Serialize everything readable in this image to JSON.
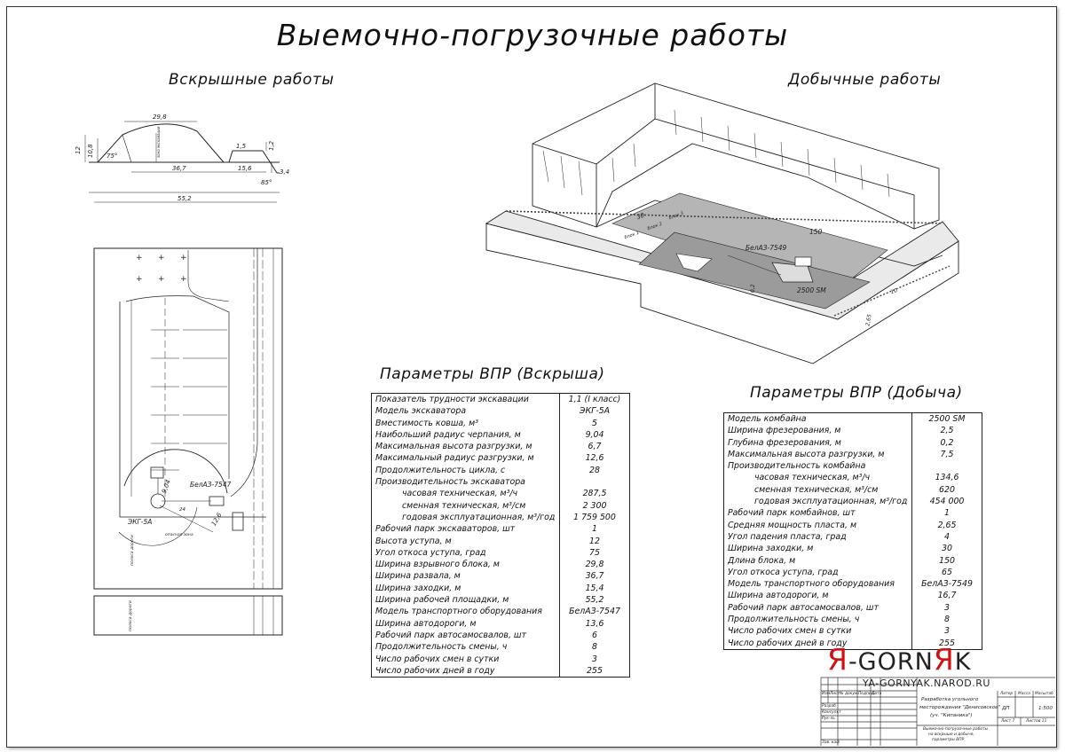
{
  "title": "Выемочно-погрузочные работы",
  "left_section": {
    "title": "Вскрышные работы",
    "profile_dims": [
      "29,8",
      "12",
      "10,8",
      "75°",
      "1,5",
      "1,2",
      "36,7",
      "15,6",
      "3,4",
      "85°",
      "55,2"
    ],
    "profile_inner_label": "зона экскавации",
    "plan_labels": {
      "excavator": "ЭКГ-5А",
      "truck": "БелАЗ-7547",
      "radius_1": "9,04",
      "radius_2": "12,6",
      "dim_1": "24",
      "zone": "опасная зона",
      "road": "полоса дороги",
      "road_short": "полоса дороги"
    }
  },
  "right_section": {
    "title": "Добычные работы",
    "iso_labels": {
      "dim_length": "150",
      "dim_width": "30",
      "truck": "БелАЗ-7549",
      "combine": "2500 SM",
      "blocks": [
        "блок 1",
        "блок 2",
        "блок 3"
      ],
      "h1": "0,2",
      "h2": "2,65",
      "w1": "10"
    }
  },
  "table_overburden": {
    "title": "Параметры ВПР (Вскрыша)",
    "rows": [
      {
        "p": "Показатель трудности экскавации",
        "v": "1,1 (I класс)",
        "ind": false
      },
      {
        "p": "Модель экскаватора",
        "v": "ЭКГ-5А",
        "ind": false
      },
      {
        "p": "Вместимость ковша, м³",
        "v": "5",
        "ind": false
      },
      {
        "p": "Наибольший радиус черпания, м",
        "v": "9,04",
        "ind": false
      },
      {
        "p": "Максимальная высота разгрузки, м",
        "v": "6,7",
        "ind": false
      },
      {
        "p": "Максимальный радиус разгрузки, м",
        "v": "12,6",
        "ind": false
      },
      {
        "p": "Продолжительность цикла, с",
        "v": "28",
        "ind": false
      },
      {
        "p": "Производительность экскаватора",
        "v": "",
        "ind": false
      },
      {
        "p": "часовая техническая, м³/ч",
        "v": "287,5",
        "ind": true
      },
      {
        "p": "сменная техническая, м³/см",
        "v": "2 300",
        "ind": true
      },
      {
        "p": "годовая эксплуатационная, м³/год",
        "v": "1 759 500",
        "ind": true
      },
      {
        "p": "Рабочий парк экскаваторов, шт",
        "v": "1",
        "ind": false
      },
      {
        "p": "Высота уступа, м",
        "v": "12",
        "ind": false
      },
      {
        "p": "Угол откоса уступа, град",
        "v": "75",
        "ind": false
      },
      {
        "p": "Ширина взрывного блока, м",
        "v": "29,8",
        "ind": false
      },
      {
        "p": "Ширина развала, м",
        "v": "36,7",
        "ind": false
      },
      {
        "p": "Ширина заходки, м",
        "v": "15,4",
        "ind": false
      },
      {
        "p": "Ширина рабочей площадки, м",
        "v": "55,2",
        "ind": false
      },
      {
        "p": "Модель транспортного оборудования",
        "v": "БелАЗ-7547",
        "ind": false
      },
      {
        "p": "Ширина автодороги, м",
        "v": "13,6",
        "ind": false
      },
      {
        "p": "Рабочий парк автосамосвалов, шт",
        "v": "6",
        "ind": false
      },
      {
        "p": "Продолжительность смены, ч",
        "v": "8",
        "ind": false
      },
      {
        "p": "Число рабочих смен в сутки",
        "v": "3",
        "ind": false
      },
      {
        "p": "Число рабочих дней в году",
        "v": "255",
        "ind": false
      }
    ]
  },
  "table_mining": {
    "title": "Параметры ВПР (Добыча)",
    "rows": [
      {
        "p": "Модель комбайна",
        "v": "2500 SM",
        "ind": false
      },
      {
        "p": "Ширина фрезерования, м",
        "v": "2,5",
        "ind": false
      },
      {
        "p": "Глубина фрезерования, м",
        "v": "0,2",
        "ind": false
      },
      {
        "p": "Максимальная высота разгрузки, м",
        "v": "7,5",
        "ind": false
      },
      {
        "p": "Производительность комбайна",
        "v": "",
        "ind": false
      },
      {
        "p": "часовая техническая, м³/ч",
        "v": "134,6",
        "ind": true
      },
      {
        "p": "сменная техническая, м³/см",
        "v": "620",
        "ind": true
      },
      {
        "p": "годовая эксплуатационная, м³/год",
        "v": "454 000",
        "ind": true
      },
      {
        "p": "Рабочий парк комбайнов, шт",
        "v": "1",
        "ind": false
      },
      {
        "p": "Средняя мощность пласта, м",
        "v": "2,65",
        "ind": false
      },
      {
        "p": "Угол падения пласта, град",
        "v": "4",
        "ind": false
      },
      {
        "p": "Ширина заходки, м",
        "v": "30",
        "ind": false
      },
      {
        "p": "Длина блока, м",
        "v": "150",
        "ind": false
      },
      {
        "p": "Угол откоса уступа, град",
        "v": "65",
        "ind": false
      },
      {
        "p": "Модель транспортного оборудования",
        "v": "БелАЗ-7549",
        "ind": false
      },
      {
        "p": "Ширина автодороги, м",
        "v": "16,7",
        "ind": false
      },
      {
        "p": "Рабочий парк автосамосвалов, шт",
        "v": "3",
        "ind": false
      },
      {
        "p": "Продолжительность смены, ч",
        "v": "8",
        "ind": false
      },
      {
        "p": "Число рабочих смен в сутки",
        "v": "3",
        "ind": false
      },
      {
        "p": "Число рабочих дней в году",
        "v": "255",
        "ind": false
      }
    ]
  },
  "logo": {
    "r1": "Я",
    "mid": "-GORN",
    "r2": "Я",
    "end": "K",
    "url": "YA-GORNYAK.NAROD.RU"
  },
  "stamp": {
    "project_1": "Разработка угольного",
    "project_2": "месторождения \"Денисовское\"",
    "project_3": "(уч. \"Кипаника\")",
    "sheet_title_1": "Выемочно-погрузочные работы",
    "sheet_title_2": "на вскрыше и добыче,",
    "sheet_title_3": "параметры ВПР",
    "col_izm": "Изм",
    "col_list": "Лист",
    "col_doc": "№ докум.",
    "col_sign": "Подпись",
    "col_date": "Дата",
    "row_razrab": "Разраб",
    "row_konsult": "Консульт",
    "row_ruk": "Рук-ль",
    "row_zav": "Зав. каф",
    "h_liter": "Литер",
    "h_massa": "Масса",
    "h_masshtab": "Масштаб",
    "liter": "ДП",
    "masshtab": "1:500",
    "list": "Лист 7",
    "listov": "Листов 11"
  }
}
